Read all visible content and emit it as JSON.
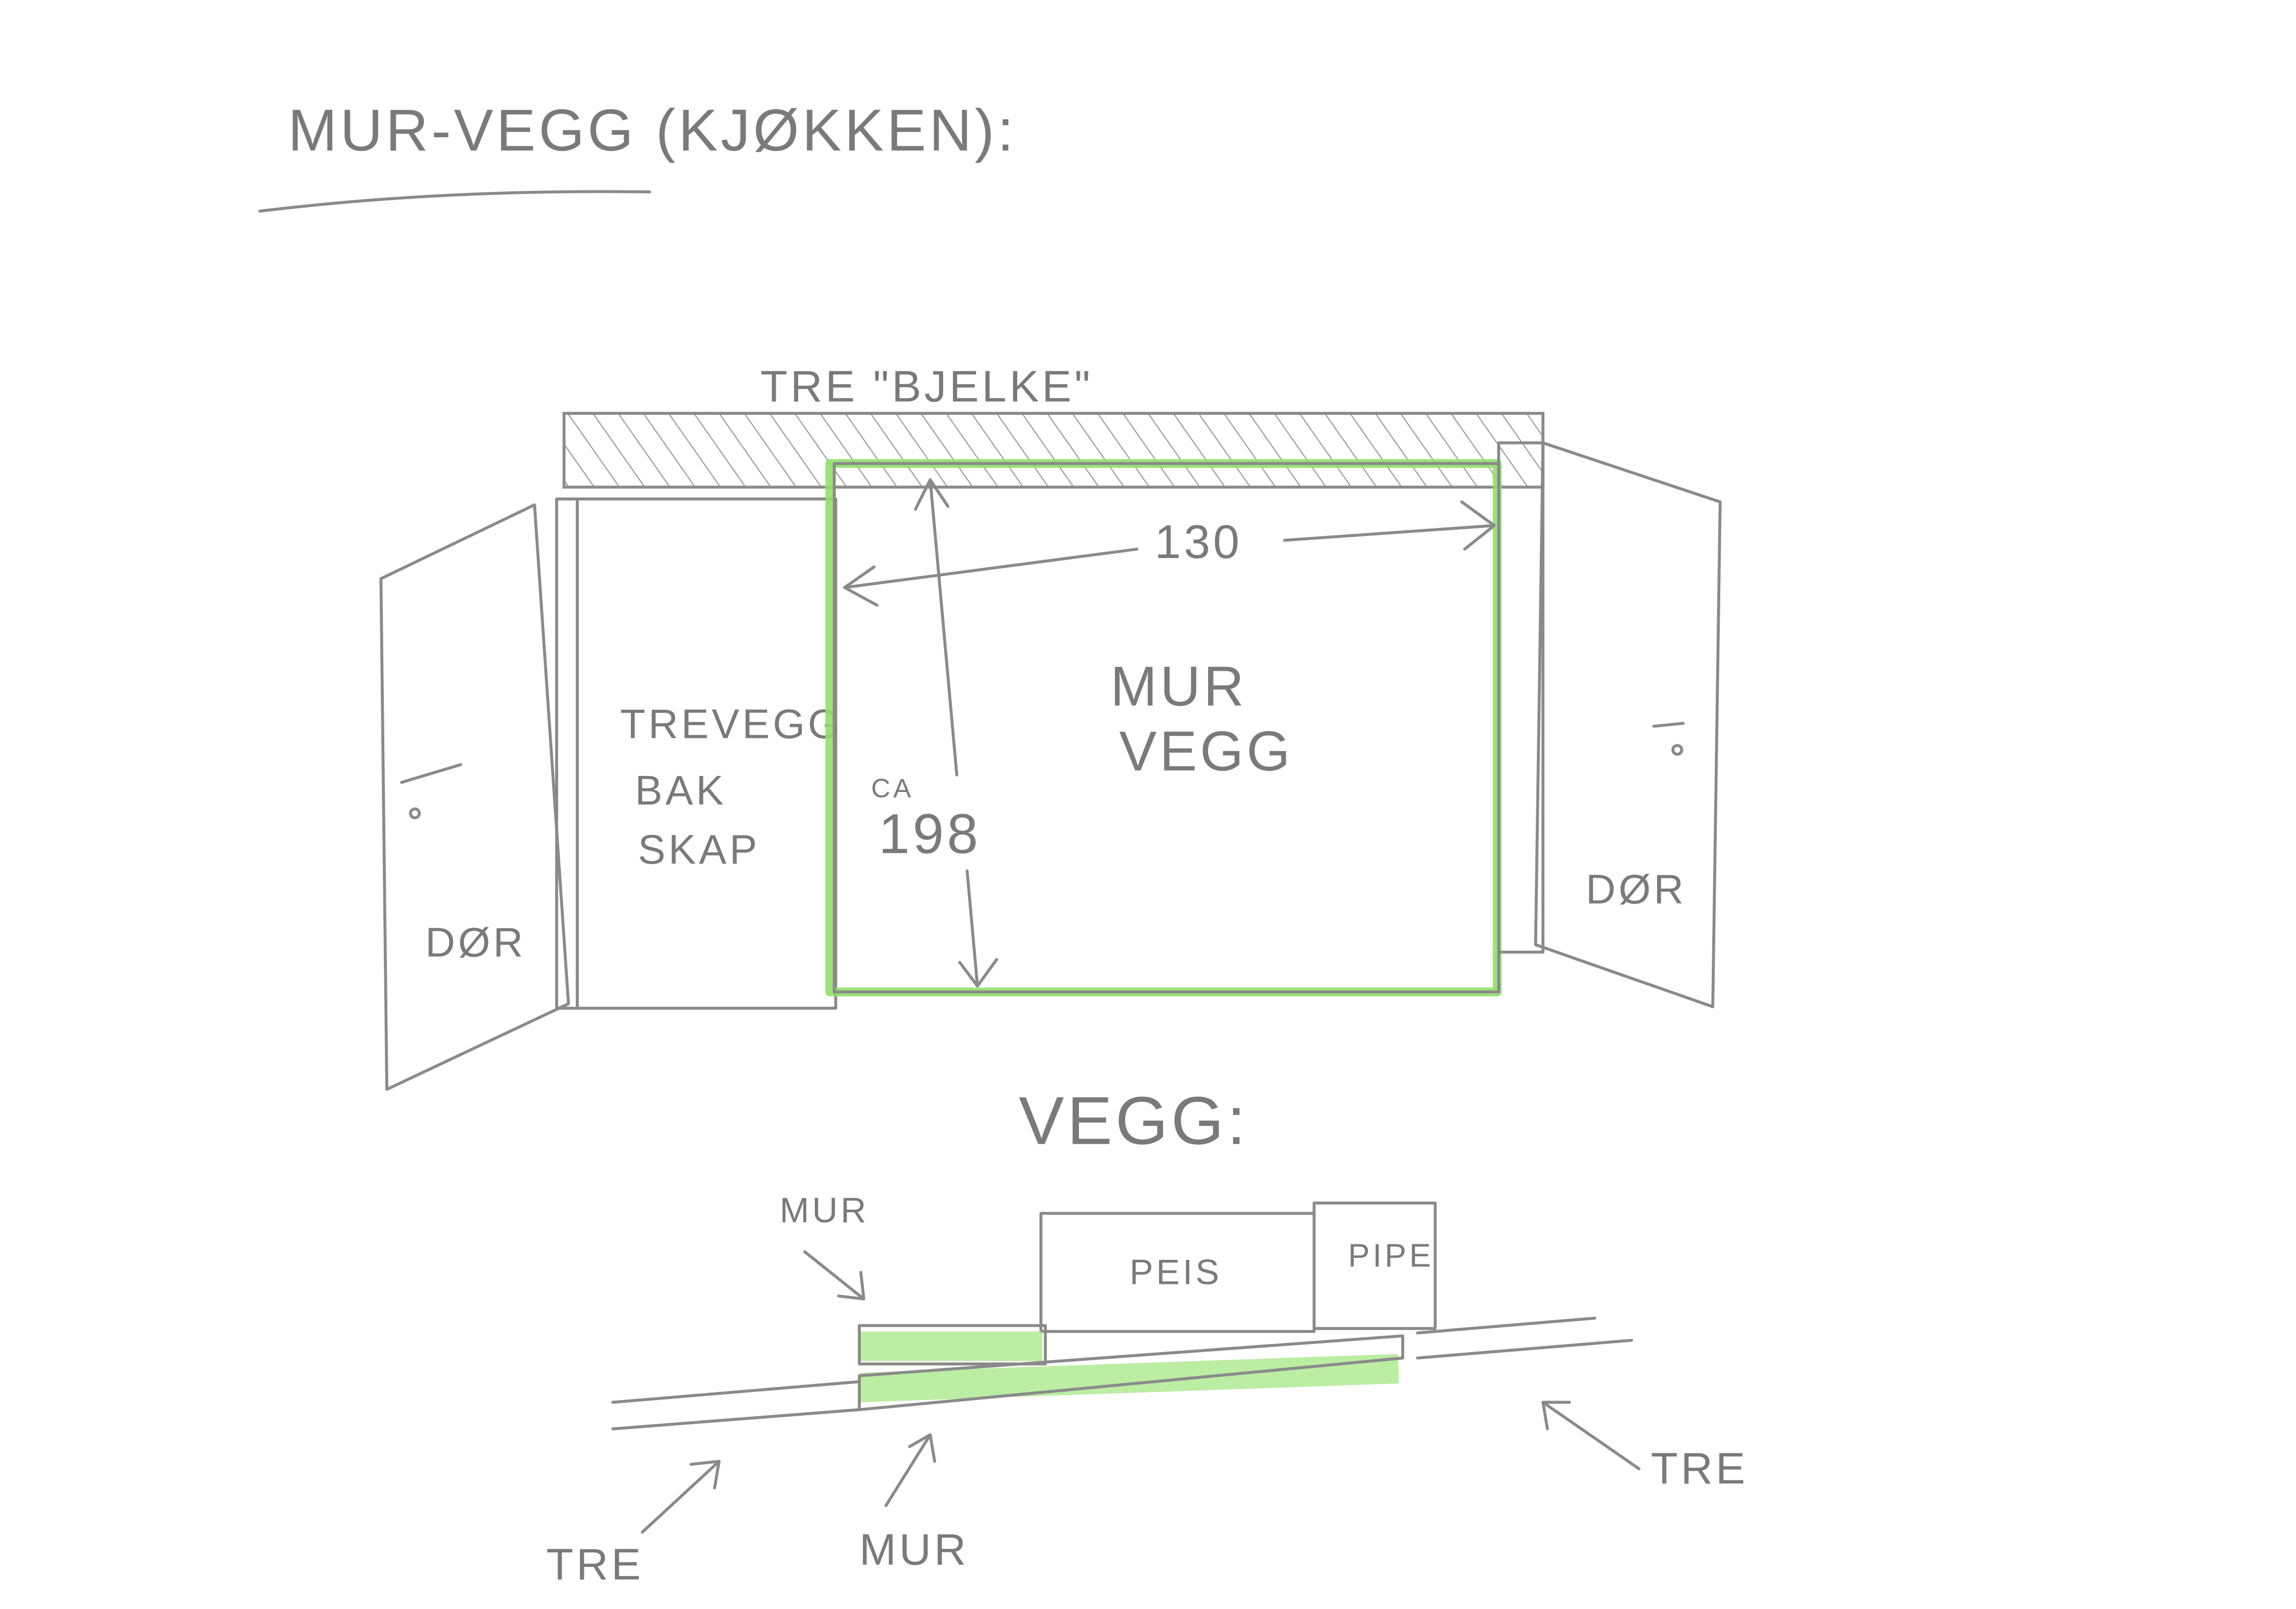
{
  "title": "MUR-VEGG (KJØKKEN):",
  "elevation": {
    "beam_label": "TRE \"BJELKE\"",
    "wood_wall_label": [
      "TREVEGG",
      "BAK",
      "SKAP"
    ],
    "masonry_label": [
      "MUR",
      "VEGG"
    ],
    "width_dimension": "130",
    "height_dimension_prefix": "CA",
    "height_dimension": "198",
    "door_left": "DØR",
    "door_right": "DØR"
  },
  "plan": {
    "title": "VEGG:",
    "label_mur_top": "MUR",
    "label_peis": "PEIS",
    "label_pipe": "PIPE",
    "label_tre_left": "TRE",
    "label_mur_bottom": "MUR",
    "label_tre_right": "TRE"
  },
  "colors": {
    "pencil": "#8a8a8a",
    "highlight": "#8fe06a"
  }
}
